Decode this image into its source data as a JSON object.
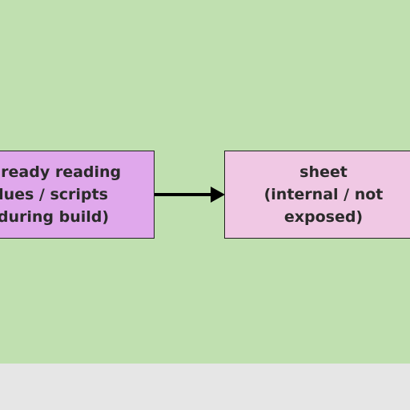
{
  "diagram": {
    "nodes": [
      {
        "id": "left",
        "label": "already reading\nlues / scripts\nduring build)",
        "fill": "#e0a8ec"
      },
      {
        "id": "right",
        "label": "sheet\n(internal / not\nexposed)",
        "fill": "#f0c8e4"
      }
    ],
    "edges": [
      {
        "from": "left",
        "to": "right",
        "style": "solid-arrow"
      }
    ]
  },
  "colors": {
    "canvas": "#c0e0b0",
    "footer": "#e6e6e6",
    "edge": "#000000"
  }
}
